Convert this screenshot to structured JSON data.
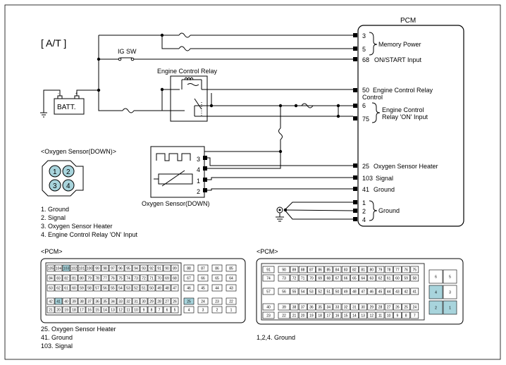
{
  "diagram": {
    "title": "[ A/T ]",
    "pcm_label": "PCM",
    "ig_sw_label": "IG SW",
    "batt_label": "BATT.",
    "engine_control_relay_label": "Engine Control Relay",
    "oxygen_sensor_label": "Oxygen Sensor(DOWN)",
    "sensor_pins": [
      "3",
      "4",
      "1",
      "2"
    ],
    "pcm_pins": [
      {
        "pin": "3",
        "label": ""
      },
      {
        "pin": "5",
        "label": ""
      },
      {
        "pin": "68",
        "label": "ON/START Input"
      },
      {
        "pin": "50",
        "label": "Engine Control Relay"
      },
      {
        "pin": "6",
        "label": ""
      },
      {
        "pin": "75",
        "label": ""
      },
      {
        "pin": "25",
        "label": "Oxygen Sensor Heater"
      },
      {
        "pin": "103",
        "label": "Signal"
      },
      {
        "pin": "41",
        "label": "Ground"
      },
      {
        "pin": "1",
        "label": ""
      },
      {
        "pin": "2",
        "label": ""
      },
      {
        "pin": "4",
        "label": ""
      }
    ],
    "control_label": "Control",
    "memory_power_label": "Memory Power",
    "relay_on_input_label_1": "Engine Control",
    "relay_on_input_label_2": "Relay 'ON' Input",
    "ground_group_label": "Ground"
  },
  "connector_sensor": {
    "title": "<Oxygen Sensor(DOWN)>",
    "cavities": [
      "1",
      "2",
      "3",
      "4"
    ],
    "legend": [
      "1. Ground",
      "2. Signal",
      "3. Oxygen Sensor Heater",
      "4. Engine Control Relay 'ON' Input"
    ]
  },
  "connector_pcm_left": {
    "title": "<PCM>",
    "rows": [
      [
        "105",
        "104",
        "103",
        "102",
        "101",
        "100",
        "99",
        "98",
        "97",
        "96",
        "95",
        "94",
        "93",
        "92",
        "91",
        "90",
        "89"
      ],
      [
        "84",
        "83",
        "82",
        "81",
        "80",
        "79",
        "78",
        "77",
        "76",
        "75",
        "74",
        "73",
        "72",
        "71",
        "70",
        "69",
        "68"
      ],
      [
        "63",
        "62",
        "61",
        "60",
        "59",
        "58",
        "57",
        "56",
        "55",
        "54",
        "53",
        "52",
        "51",
        "50",
        "49",
        "48",
        "47"
      ],
      [
        "42",
        "41",
        "40",
        "39",
        "38",
        "37",
        "36",
        "35",
        "34",
        "33",
        "32",
        "31",
        "30",
        "29",
        "28",
        "27",
        "26"
      ],
      [
        "21",
        "20",
        "19",
        "18",
        "17",
        "16",
        "15",
        "14",
        "13",
        "12",
        "11",
        "10",
        "9",
        "8",
        "7",
        "6",
        "5"
      ]
    ],
    "right_rows": [
      [
        "88",
        "87",
        "86",
        "85"
      ],
      [
        "67",
        "66",
        "65",
        "64"
      ],
      [
        "46",
        "45",
        "44",
        "43"
      ],
      [
        "25",
        "24",
        "23",
        "22"
      ],
      [
        "4",
        "3",
        "2",
        "1"
      ]
    ],
    "legend": [
      "25. Oxygen Sensor Heater",
      "41. Ground",
      "103. Signal"
    ]
  },
  "connector_pcm_right": {
    "title": "<PCM>",
    "rows": [
      [
        "91",
        "90",
        "89",
        "88",
        "87",
        "86",
        "85",
        "84",
        "83",
        "82",
        "81",
        "80",
        "79",
        "78",
        "77",
        "76",
        "75"
      ],
      [
        "74",
        "73",
        "72",
        "71",
        "70",
        "69",
        "68",
        "67",
        "66",
        "65",
        "64",
        "63",
        "62",
        "61",
        "60",
        "59",
        "58"
      ],
      [
        "57",
        "56",
        "55",
        "54",
        "53",
        "52",
        "51",
        "50",
        "49",
        "48",
        "47",
        "46",
        "45",
        "44",
        "43",
        "42",
        "41"
      ],
      [
        "40",
        "39",
        "38",
        "37",
        "36",
        "35",
        "34",
        "33",
        "32",
        "31",
        "30",
        "29",
        "28",
        "27",
        "26",
        "25",
        "24"
      ],
      [
        "23",
        "22",
        "21",
        "20",
        "19",
        "18",
        "17",
        "16",
        "15",
        "14",
        "13",
        "12",
        "11",
        "10",
        "9",
        "8",
        "7"
      ]
    ],
    "side_cells": [
      [
        "6",
        "5"
      ],
      [
        "4",
        "3"
      ],
      [
        "2",
        "1"
      ]
    ],
    "legend": [
      "1,2,4. Ground"
    ]
  },
  "colors": {
    "highlight": "#a8d4dc"
  }
}
